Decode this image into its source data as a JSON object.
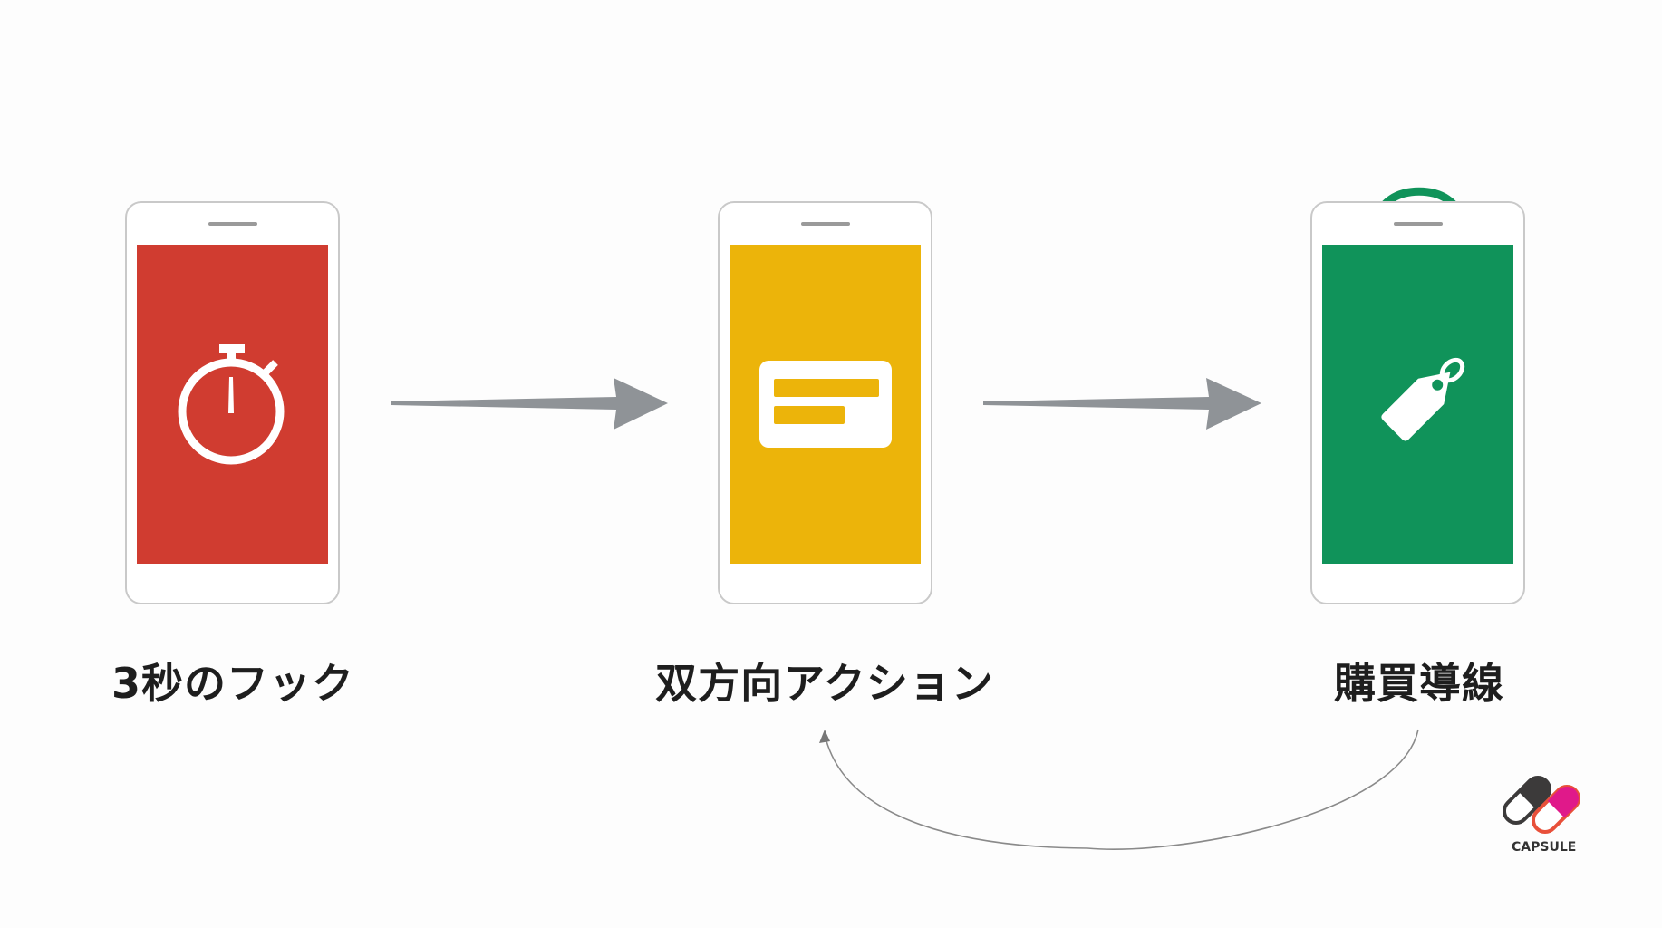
{
  "steps": [
    {
      "label": "3秒のフック",
      "color": "#d03c30",
      "icon": "stopwatch-icon"
    },
    {
      "label": "双方向アクション",
      "color": "#ecb40a",
      "icon": "card-icon"
    },
    {
      "label": "購買導線",
      "color": "#10935a",
      "icon": "price-tag-icon"
    }
  ],
  "arrow_color": "#8f9397",
  "logo": {
    "text": "CAPSULE"
  }
}
